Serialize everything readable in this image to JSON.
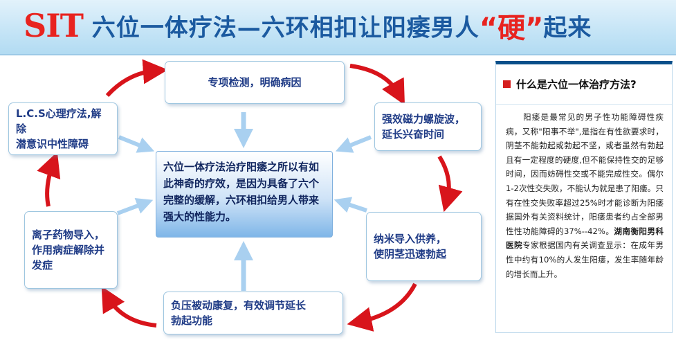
{
  "banner": {
    "brand": "SIT",
    "title_part1": " 六位一体疗法—六环相扣让阳痿男人",
    "hard_word": "“硬”",
    "title_part2": "起来"
  },
  "diagram": {
    "top": "专项检测，明确病因",
    "right_top_line1": "强效磁力螺旋波，",
    "right_top_line2": "延长兴奋时间",
    "right_bottom_line1": "纳米导入供养，",
    "right_bottom_line2": "使阴茎迅速勃起",
    "bottom_line1": "负压被动康复，有效调节延长",
    "bottom_line2": "勃起功能",
    "left_bottom_line1": "离子药物导入，",
    "left_bottom_line2": "作用病症解除并",
    "left_bottom_line3": "发症",
    "left_top_line1": "L.C.S心理疗法,解除",
    "left_top_line2": "潜意识中性障碍",
    "center_text": "六位一体疗法治疗阳痿之所以有如此神奇的疗效，是因为具备了六个完整的缓解，六环相扣给男人带来强大的性能力。"
  },
  "sidebar": {
    "title": "什么是六位一体治疗方法?",
    "body_part1": "阳痿是最常见的男子性功能障碍性疾病，又称\"阳事不举\",是指在有性欲要求时，阴茎不能勃起或勃起不坚，或者虽然有勃起且有一定程度的硬度,但不能保持性交的足够时间，因而妨碍性交或不能完成性交。偶尔1-2次性交失败，不能认为就是患了阳痿。只有在性交失败率超过25%时才能诊断为阳痿据国外有关资料统计，阳痿患者约占全部男性性功能障碍的37%--42%。",
    "hospital": "湖南衡阳男科医院",
    "body_part2": "专家根据国内有关调查显示：在成年男性中约有10%的人发生阳痿，发生率随年龄的增长而上升。"
  },
  "colors": {
    "cycle_arrow": "#d8141b",
    "inward_arrow": "#a9d0f0",
    "title_blue": "#1b5aa0",
    "accent_red": "#e8231f"
  }
}
